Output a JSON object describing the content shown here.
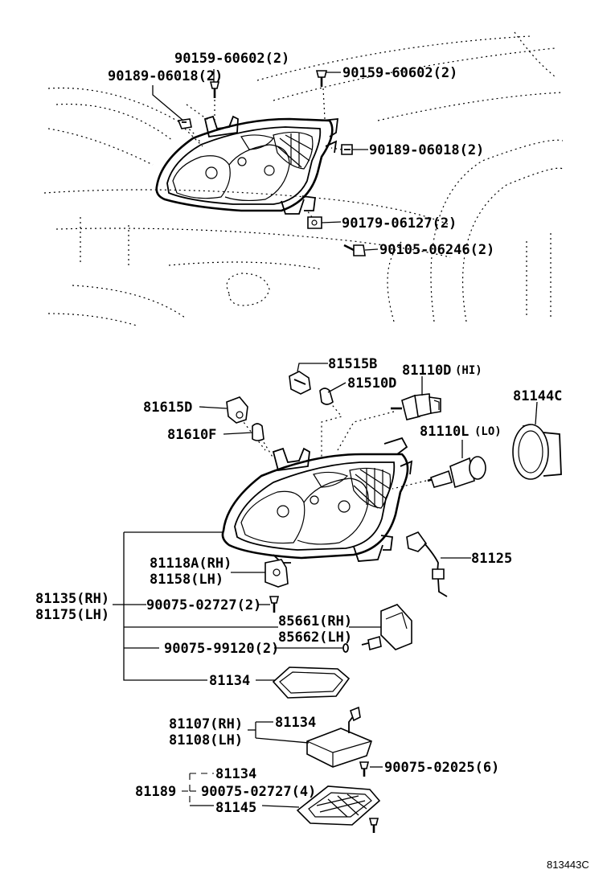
{
  "top_labels": {
    "l1": "90159-60602(2)",
    "l2": "90189-06018(2)",
    "l3": "90159-60602(2)",
    "l4": "90189-06018(2)",
    "l5": "90179-06127(2)",
    "l6": "90105-06246(2)"
  },
  "parts": {
    "p81515B": "81515B",
    "p81510D": "81510D",
    "p81110D": "81110D",
    "p81110D_sub": "(HI)",
    "p81144C": "81144C",
    "p81615D": "81615D",
    "p81610F": "81610F",
    "p81110L": "81110L",
    "p81110L_sub": "(LO)",
    "p81118A": "81118A(RH)",
    "p81158": "81158(LH)",
    "p81125": "81125",
    "p81135": "81135(RH)",
    "p81175": "81175(LH)",
    "p90075_02727_2": "90075-02727(2)",
    "p85661": "85661(RH)",
    "p85662": "85662(LH)",
    "p90075_99120": "90075-99120(2)",
    "p81134_a": "81134",
    "p81107": "81107(RH)",
    "p81108": "81108(LH)",
    "p81134_b": "81134",
    "p90075_02025": "90075-02025(6)",
    "p81134_c": "81134",
    "p81189": "81189",
    "p90075_02727_4": "90075-02727(4)",
    "p81145": "81145"
  },
  "diagram_code": "813443C"
}
